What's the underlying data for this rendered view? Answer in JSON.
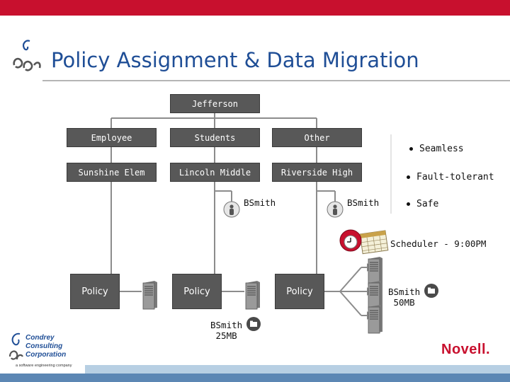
{
  "colors": {
    "top_bar": "#c8102e",
    "title": "#1f4e96",
    "box_fill": "#585858",
    "connector": "#8c8c8c",
    "novell_red": "#c8102e"
  },
  "title": "Policy Assignment & Data Migration",
  "tree": {
    "root": "Jefferson",
    "level1": [
      "Employee",
      "Students",
      "Other"
    ],
    "level2": [
      "Sunshine Elem",
      "Lincoln Middle",
      "Riverside High"
    ]
  },
  "users": [
    {
      "name": "BSmith",
      "icon": "user-icon"
    },
    {
      "name": "BSmith",
      "icon": "user-icon"
    }
  ],
  "bullets": [
    "Seamless",
    "Fault-tolerant",
    "Safe"
  ],
  "scheduler": {
    "label": "Scheduler - 9:00PM",
    "icon": "calendar-clock-icon"
  },
  "policies": [
    "Policy",
    "Policy",
    "Policy"
  ],
  "data_labels": {
    "right": {
      "line1": "BSmith",
      "line2": "50MB"
    },
    "left": {
      "line1": "BSmith",
      "line2": "25MB"
    }
  },
  "company": {
    "line1": "Condrey",
    "line2": "Consulting",
    "line3": "Corporation",
    "tagline": "a software engineering company"
  },
  "brand": "Novell."
}
